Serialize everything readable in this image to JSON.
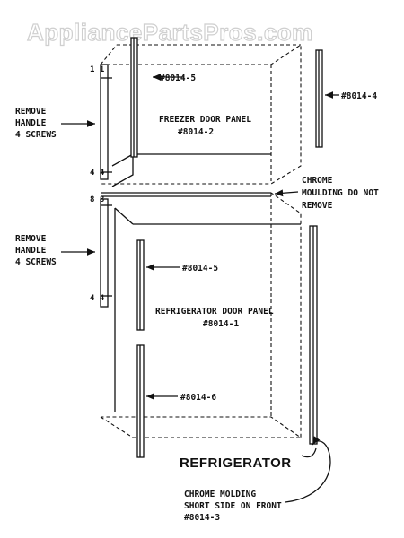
{
  "watermark": "AppliancePartsPros.com",
  "labels": {
    "part_8014_5_top": "#8014-5",
    "part_8014_4": "#8014-4",
    "freezer_panel_line1": "FREEZER DOOR PANEL",
    "freezer_panel_line2": "#8014-2",
    "remove_handle_top_1": "REMOVE",
    "remove_handle_top_2": "HANDLE",
    "remove_handle_top_3": "4 SCREWS",
    "chrome_moulding_1": "CHROME",
    "chrome_moulding_2": "MOULDING DO NOT",
    "chrome_moulding_3": "REMOVE",
    "remove_handle_bottom_1": "REMOVE",
    "remove_handle_bottom_2": "HANDLE",
    "remove_handle_bottom_3": "4 SCREWS",
    "part_8014_5_bottom": "#8014-5",
    "fridge_panel_line1": "REFRIGERATOR DOOR PANEL",
    "fridge_panel_line2": "#8014-1",
    "part_8014_6": "#8014-6",
    "refrigerator": "REFRIGERATOR",
    "chrome_molding_1": "CHROME MOLDING",
    "chrome_molding_2": "SHORT SIDE ON FRONT",
    "chrome_molding_3": "#8014-3"
  }
}
